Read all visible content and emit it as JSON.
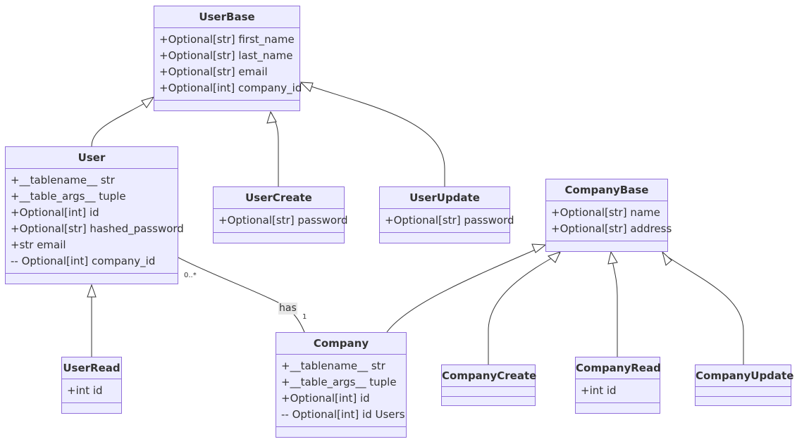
{
  "classes": {
    "UserBase": {
      "name": "UserBase",
      "attributes": [
        "+Optional[str] first_name",
        "+Optional[str] last_name",
        "+Optional[str] email",
        "+Optional[int] company_id"
      ]
    },
    "User": {
      "name": "User",
      "attributes": [
        "+__tablename__ str",
        "+__table_args__ tuple",
        "+Optional[int] id",
        "+Optional[str] hashed_password",
        "+str email",
        "-- Optional[int] company_id"
      ]
    },
    "UserCreate": {
      "name": "UserCreate",
      "attributes": [
        "+Optional[str] password"
      ]
    },
    "UserUpdate": {
      "name": "UserUpdate",
      "attributes": [
        "+Optional[str] password"
      ]
    },
    "UserRead": {
      "name": "UserRead",
      "attributes": [
        "+int id"
      ]
    },
    "CompanyBase": {
      "name": "CompanyBase",
      "attributes": [
        "+Optional[str] name",
        "+Optional[str] address"
      ]
    },
    "Company": {
      "name": "Company",
      "attributes": [
        "+__tablename__ str",
        "+__table_args__ tuple",
        "+Optional[int] id",
        "-- Optional[int] id Users"
      ]
    },
    "CompanyCreate": {
      "name": "CompanyCreate",
      "attributes": []
    },
    "CompanyRead": {
      "name": "CompanyRead",
      "attributes": [
        "+int id"
      ]
    },
    "CompanyUpdate": {
      "name": "CompanyUpdate",
      "attributes": []
    }
  },
  "association": {
    "label": "has",
    "from_multiplicity": "0..*",
    "to_multiplicity": "1"
  },
  "colors": {
    "node_fill": "#ececff",
    "node_border": "#9370db",
    "edge": "#333333",
    "text": "#333333"
  }
}
